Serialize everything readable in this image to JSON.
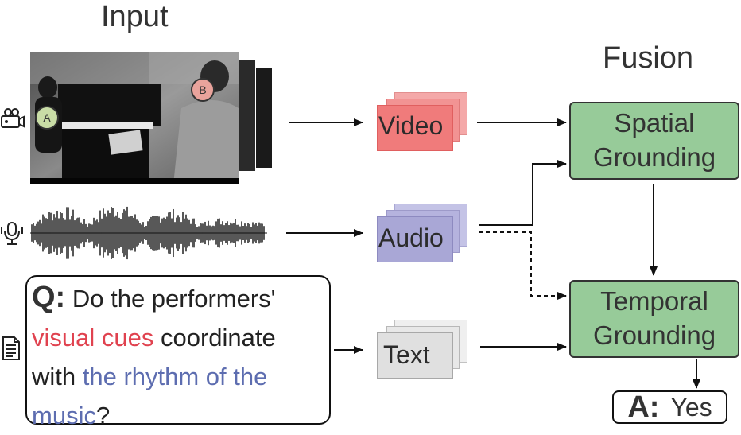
{
  "headings": {
    "input": "Input",
    "fusion": "Fusion"
  },
  "video": {
    "label": "Video",
    "performer_a": "A",
    "performer_b": "B",
    "card_fill": "#f07b7b",
    "card_border": "#e05f5f"
  },
  "audio": {
    "label": "Audio",
    "card_fill": "#a9a7d6",
    "card_border": "#8d8ac0"
  },
  "text": {
    "label": "Text",
    "card_fill": "#e0e0e0",
    "card_border": "#a8a8a8"
  },
  "fusion": {
    "spatial_line1": "Spatial",
    "spatial_line2": "Grounding",
    "temporal_line1": "Temporal",
    "temporal_line2": "Grounding",
    "box_fill": "#97cb99"
  },
  "question": {
    "prefix": "Q:",
    "part1": "Do the performers'",
    "highlight1": "visual cues",
    "part2": " coordinate with ",
    "highlight2": "the rhythm of the music",
    "part3": "?",
    "highlight1_color": "#e0424f",
    "highlight2_color": "#5d6db0"
  },
  "answer": {
    "prefix": "A:",
    "value": "Yes"
  },
  "icons": {
    "video": "video-camera-icon",
    "audio": "microphone-icon",
    "text": "document-icon"
  }
}
